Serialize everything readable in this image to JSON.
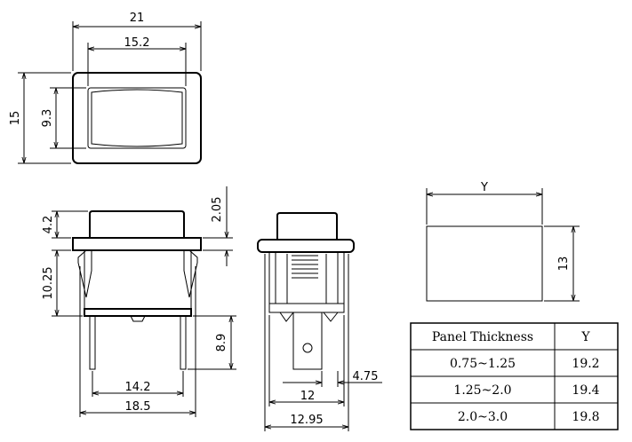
{
  "top_view": {
    "width_outer": "21",
    "width_inner": "15.2",
    "height_outer": "15",
    "height_inner": "9.3"
  },
  "front_view": {
    "button_height": "4.2",
    "flange_thickness": "2.05",
    "body_height": "10.25",
    "pin_length": "8.9",
    "pin_spacing": "14.2",
    "overall_width": "18.5"
  },
  "side_view": {
    "terminal_width": "4.75",
    "terminal_span": "12",
    "overall_depth": "12.95"
  },
  "panel_cutout": {
    "width_label": "Y",
    "height": "13"
  },
  "thickness_table": {
    "headers": [
      "Panel Thickness",
      "Y"
    ],
    "rows": [
      [
        "0.75~1.25",
        "19.2"
      ],
      [
        "1.25~2.0",
        "19.4"
      ],
      [
        "2.0~3.0",
        "19.8"
      ]
    ]
  }
}
